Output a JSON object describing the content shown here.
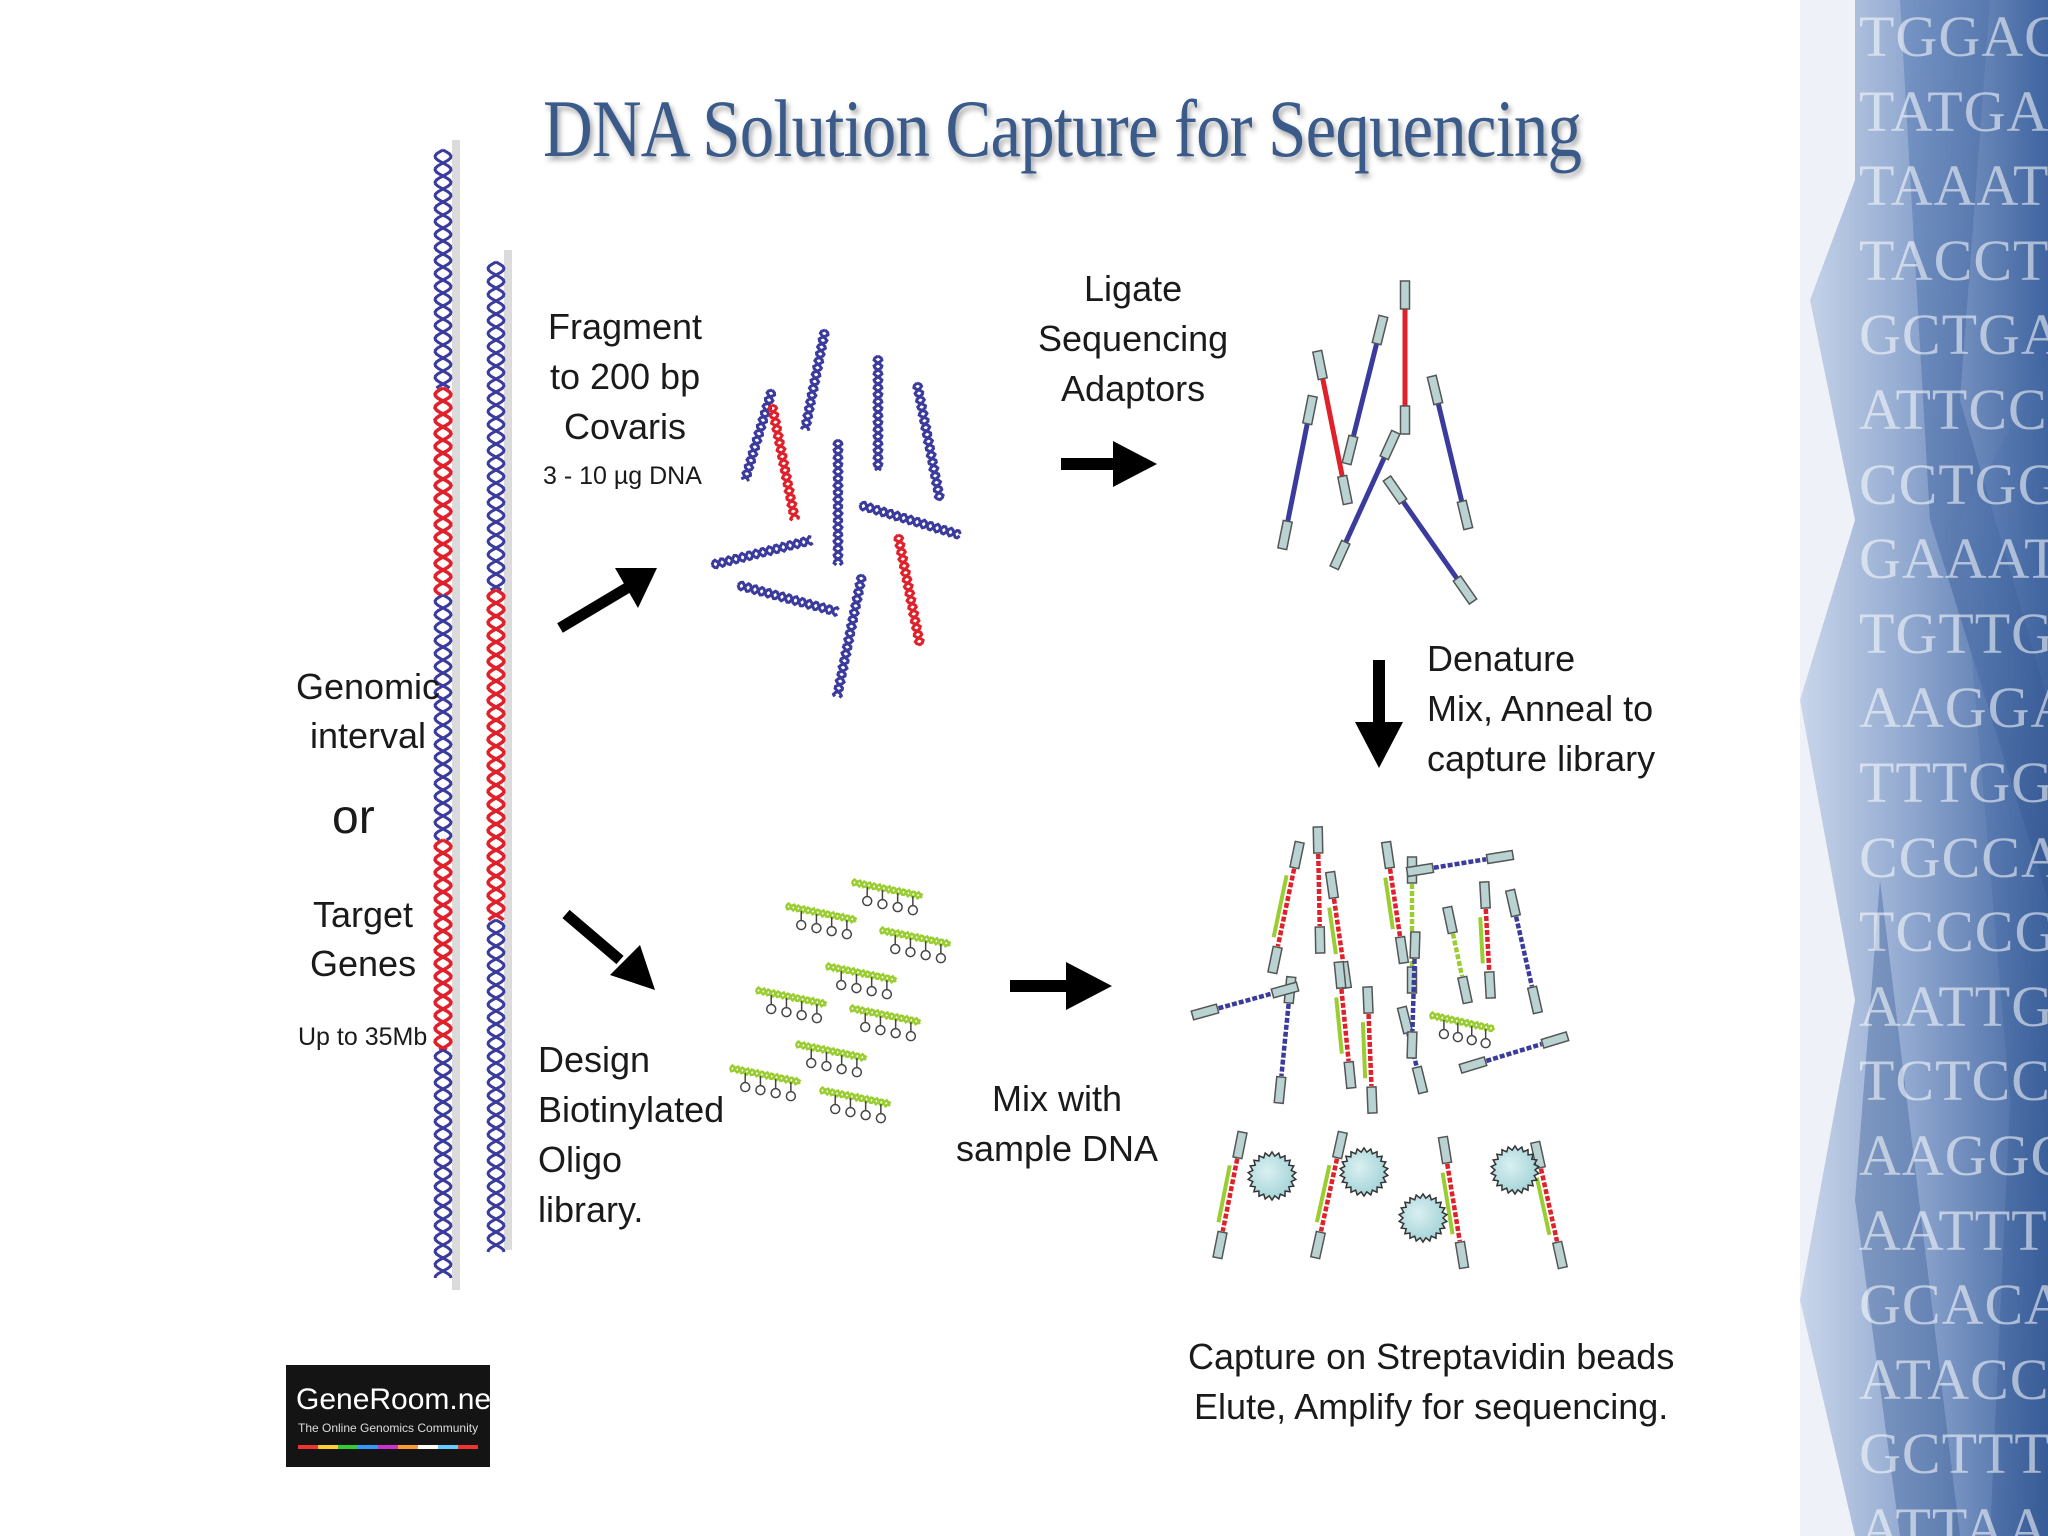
{
  "title": "DNA Solution Capture for Sequencing",
  "labels": {
    "genomic_interval": "Genomic\ninterval",
    "or": "or",
    "target_genes": "Target\nGenes",
    "up_to": "Up to 35Mb",
    "fragment": "Fragment\nto 200 bp\nCovaris",
    "dna_amount": "3 - 10 µg DNA",
    "ligate": "Ligate\nSequencing\nAdaptors",
    "denature": "Denature\nMix, Anneal to\ncapture library",
    "design": "Design\nBiotinylated\nOligo\nlibrary.",
    "mix": "Mix with\nsample DNA",
    "capture": "Capture on Streptavidin beads\nElute, Amplify for sequencing."
  },
  "logo": {
    "name": "GeneRoom.net",
    "tagline": "The Online Genomics Community"
  },
  "side_panel": {
    "sequence_rows": [
      "TGGAGAT",
      "TATGAAG",
      "TAAATCT",
      "TACCTCC",
      "GCTGAAA",
      "ATTCCCC",
      "CCTGGGA",
      "GAAATTA",
      "TGTTGAA",
      "AAGGAGA",
      "TTTGGGT",
      "CGCCAGG",
      "TCCCGCA",
      "AATTGCA",
      "TCTCCAA",
      "AAGGCTA",
      "AATTTGA",
      "GCACAAA",
      "ATACCAC",
      "GCTTTTT",
      "ATTAAAA"
    ]
  },
  "colors": {
    "dna_blue": "#3b3b9e",
    "target_red": "#e0202a",
    "oligo_green": "#9acd32",
    "adaptor": "#b9d3d3",
    "bead": "#b8dde0",
    "title_blue": "#3a5a8a",
    "panel_blue": "#3f64a0"
  }
}
